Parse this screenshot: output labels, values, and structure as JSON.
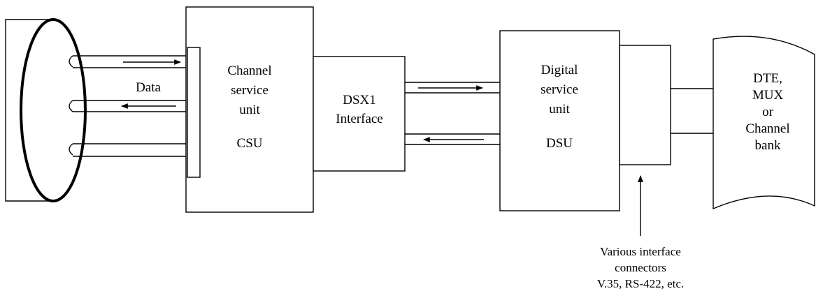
{
  "line_label": "Data",
  "csu": {
    "line1": "Channel",
    "line2": "service",
    "line3": "unit",
    "abbr": "CSU"
  },
  "dsx1": {
    "line1": "DSX1",
    "line2": "Interface"
  },
  "dsu": {
    "line1": "Digital",
    "line2": "service",
    "line3": "unit",
    "abbr": "DSU"
  },
  "dte": {
    "line1": "DTE,",
    "line2": "MUX",
    "line3": "or",
    "line4": "Channel",
    "line5": "bank"
  },
  "connectors_note": {
    "line1": "Various interface",
    "line2": "connectors",
    "line3": "V.35, RS-422, etc."
  }
}
